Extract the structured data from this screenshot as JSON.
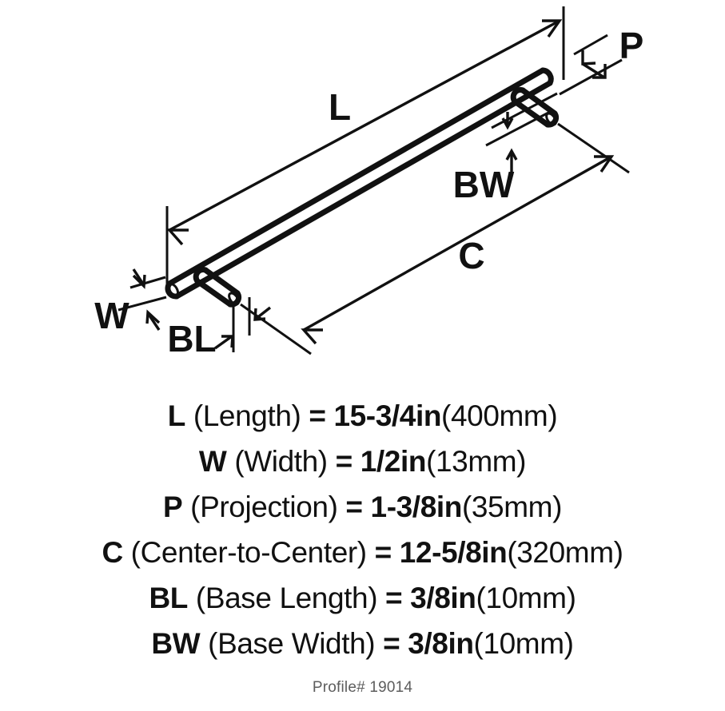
{
  "diagram": {
    "labels": {
      "length": "L",
      "width": "W",
      "projection": "P",
      "center_to_center": "C",
      "base_length": "BL",
      "base_width": "BW"
    },
    "colors": {
      "line": "#111111",
      "background": "#ffffff",
      "profile_text": "#5d5d5d"
    }
  },
  "specs": [
    {
      "code": "L",
      "name": "(Length)",
      "equals": "=",
      "value_in": "15-3/4in",
      "value_mm": "(400mm)"
    },
    {
      "code": "W",
      "name": "(Width)",
      "equals": "=",
      "value_in": "1/2in",
      "value_mm": "(13mm)"
    },
    {
      "code": "P",
      "name": "(Projection)",
      "equals": "=",
      "value_in": "1-3/8in",
      "value_mm": "(35mm)"
    },
    {
      "code": "C",
      "name": "(Center-to-Center)",
      "equals": "=",
      "value_in": "12-5/8in",
      "value_mm": "(320mm)"
    },
    {
      "code": "BL",
      "name": "(Base Length)",
      "equals": "=",
      "value_in": "3/8in",
      "value_mm": "(10mm)"
    },
    {
      "code": "BW",
      "name": "(Base Width)",
      "equals": "=",
      "value_in": "3/8in",
      "value_mm": "(10mm)"
    }
  ],
  "profile": {
    "text": "Profile# 19014"
  }
}
